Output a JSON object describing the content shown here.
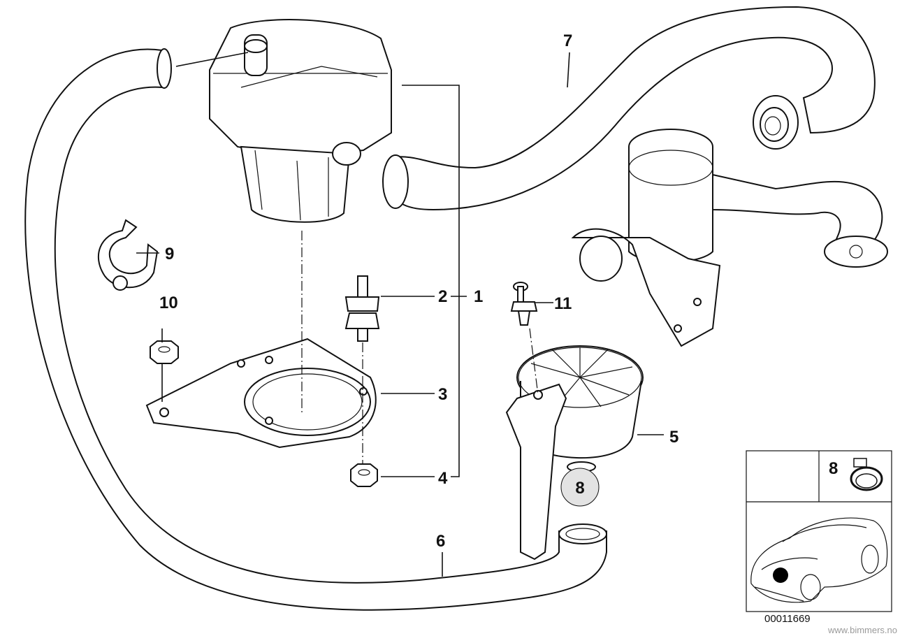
{
  "callouts": {
    "c1": "1",
    "c2": "2",
    "c3": "3",
    "c4": "4",
    "c5": "5",
    "c6": "6",
    "c7": "7",
    "c8": "8",
    "c9": "9",
    "c10": "10",
    "c11": "11",
    "c8_circle": "8",
    "c8_inset": "8"
  },
  "doc_id": "00011669",
  "watermark": "www.bimmers.no",
  "colors": {
    "line": "#111111",
    "background": "#ffffff",
    "watermark": "#9a9a9a"
  }
}
